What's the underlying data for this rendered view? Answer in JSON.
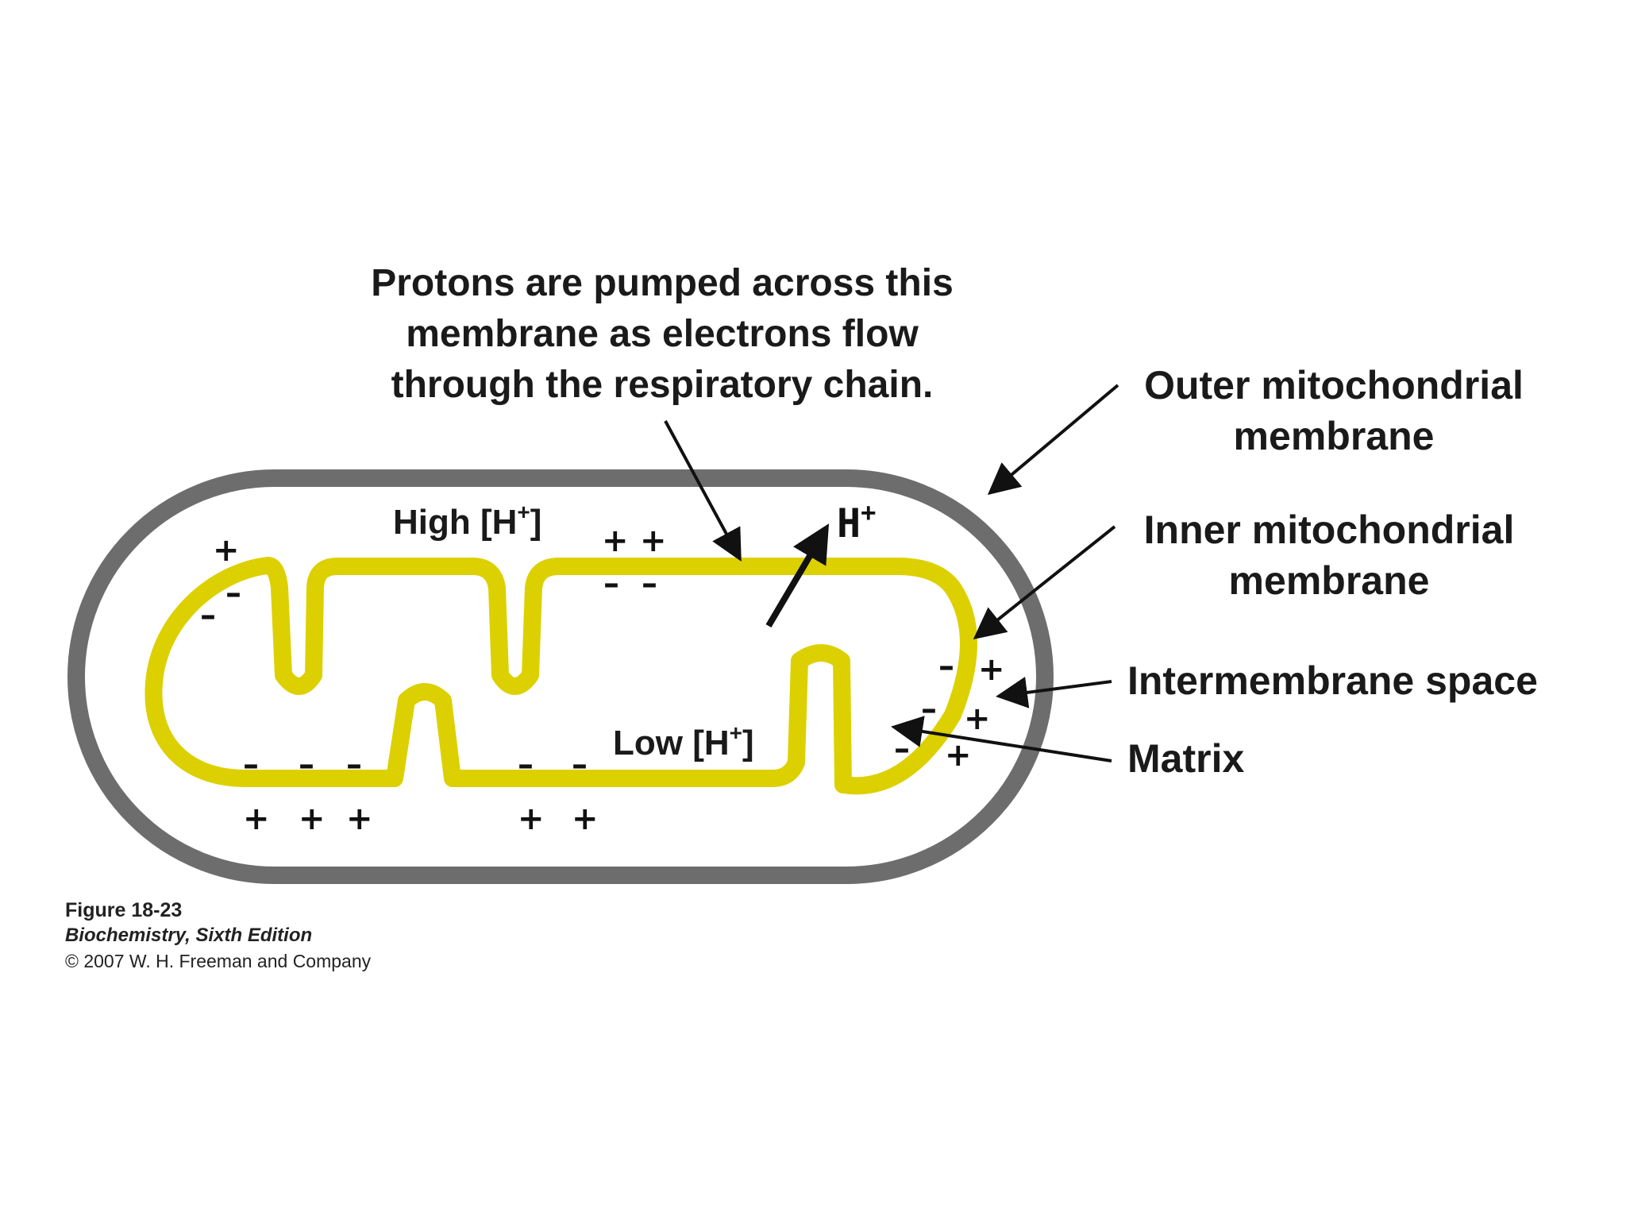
{
  "title_lines": [
    "Protons are pumped across this",
    "membrane as electrons flow",
    "through the respiratory chain."
  ],
  "labels": {
    "outer_line1": "Outer mitochondrial",
    "outer_line2": "membrane",
    "inner_line1": "Inner mitochondrial",
    "inner_line2": "membrane",
    "intermembrane": "Intermembrane space",
    "matrix": "Matrix",
    "high": "High [H",
    "low": "Low [H",
    "superscript_plus": "+",
    "bracket_close": "]",
    "proton": "H",
    "plus": "+",
    "minus": "–"
  },
  "caption": {
    "figure": "Figure 18-23",
    "book": "Biochemistry, Sixth Edition",
    "copyright": "© 2007 W. H. Freeman and Company"
  },
  "colors": {
    "outer_membrane": "#6d6d6d",
    "inner_membrane": "#ddd000",
    "arrows": "#111111",
    "background": "#ffffff"
  }
}
